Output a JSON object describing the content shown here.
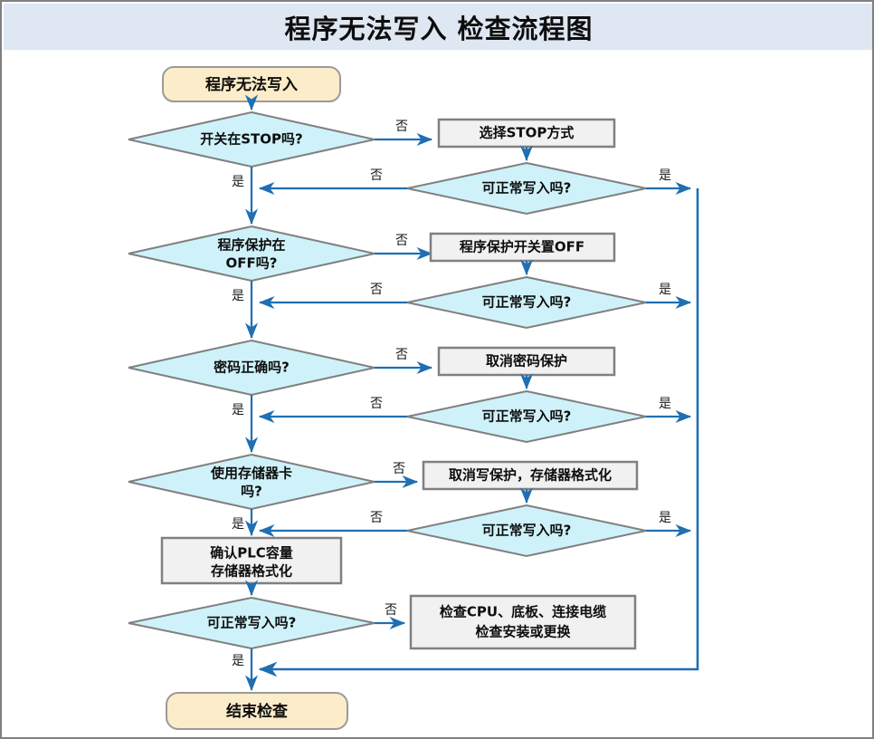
{
  "page": {
    "title": "程序无法写入 检查流程图",
    "title_band_color": "#DEE7F2",
    "border_color": "#808080",
    "connector_color": "#1F6FB2",
    "decision_fill": "#CFF2FA",
    "process_fill": "#F1F1F1",
    "terminal_fill": "#FCECC9"
  },
  "diagram": {
    "type": "flowchart",
    "start": {
      "label": "程序无法写入",
      "shape": "terminal"
    },
    "end": {
      "label": "结束检查",
      "shape": "terminal"
    },
    "labels": {
      "yes": "是",
      "no": "否"
    },
    "stages": [
      {
        "decision": {
          "label_line1": "开关在STOP吗?",
          "label_line2": "",
          "shape": "decision"
        },
        "action": {
          "label_line1": "选择STOP方式",
          "label_line2": "",
          "shape": "process"
        },
        "recheck": {
          "label": "可正常写入吗?",
          "shape": "decision"
        }
      },
      {
        "decision": {
          "label_line1": "程序保护在",
          "label_line2": "OFF吗?",
          "shape": "decision"
        },
        "action": {
          "label_line1": "程序保护开关置OFF",
          "label_line2": "",
          "shape": "process"
        },
        "recheck": {
          "label": "可正常写入吗?",
          "shape": "decision"
        }
      },
      {
        "decision": {
          "label_line1": "密码正确吗?",
          "label_line2": "",
          "shape": "decision"
        },
        "action": {
          "label_line1": "取消密码保护",
          "label_line2": "",
          "shape": "process"
        },
        "recheck": {
          "label": "可正常写入吗?",
          "shape": "decision"
        }
      },
      {
        "decision": {
          "label_line1": "使用存储器卡",
          "label_line2": "吗?",
          "shape": "decision"
        },
        "action": {
          "label_line1": "取消写保护，存储器格式化",
          "label_line2": "",
          "shape": "process"
        },
        "recheck": {
          "label": "可正常写入吗?",
          "shape": "decision"
        }
      }
    ],
    "final": {
      "process": {
        "label_line1": "确认PLC容量",
        "label_line2": "存储器格式化",
        "shape": "process"
      },
      "decision": {
        "label": "可正常写入吗?",
        "shape": "decision"
      },
      "action": {
        "label_line1": "检查CPU、底板、连接电缆",
        "label_line2": "检查安装或更换",
        "shape": "process"
      }
    },
    "edge_labels": {
      "d1_no": "否",
      "d1_yes": "是",
      "r1_no": "否",
      "r1_yes": "是",
      "d2_no": "否",
      "d2_yes": "是",
      "r2_no": "否",
      "r2_yes": "是",
      "d3_no": "否",
      "d3_yes": "是",
      "r3_no": "否",
      "r3_yes": "是",
      "d4_no": "否",
      "d4_yes": "是",
      "r4_no": "否",
      "r4_yes": "是",
      "d5_no": "否",
      "d5_yes": "是"
    }
  }
}
